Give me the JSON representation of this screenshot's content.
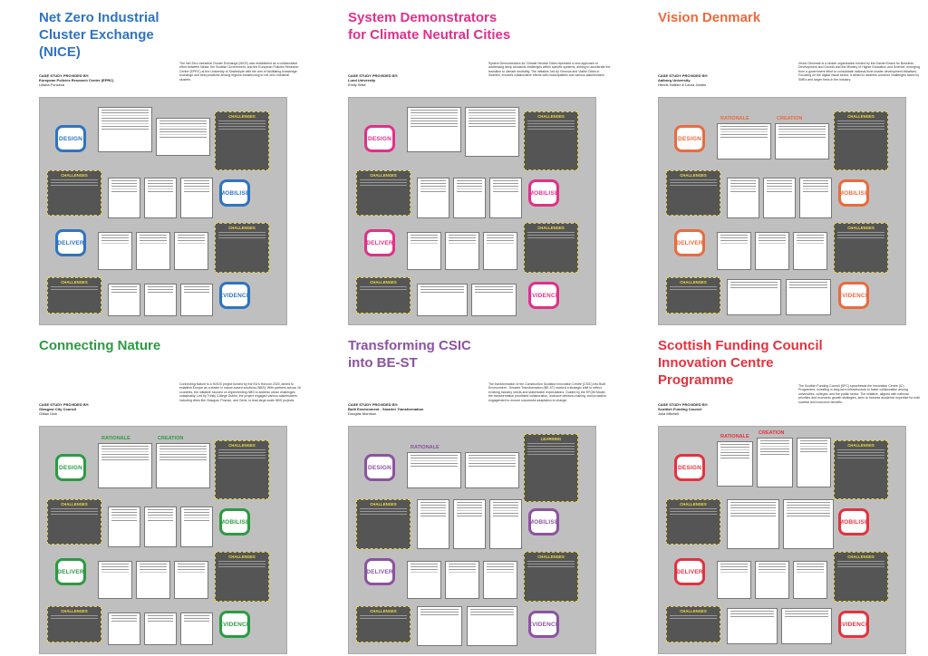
{
  "colors": {
    "blue": "#2f74c0",
    "magenta": "#e0308a",
    "orange": "#ec6a3d",
    "green": "#2d9a43",
    "purple": "#8d52a1",
    "red": "#e5323f"
  },
  "labels": {
    "design": "DESIGN",
    "mobilise": "MOBILISE",
    "deliver": "DELIVER",
    "evidence": "EVIDENCE",
    "challenges": "CHALLENGES",
    "rationale": "RATIONALE",
    "creation": "CREATION",
    "learning": "LEARNING",
    "case_study_by": "CASE STUDY PROVIDED BY:"
  },
  "panels": [
    {
      "id": "nice",
      "title": "Net Zero Industrial\nCluster Exchange\n(NICE)",
      "provider": "European Policies Research Centre (EPRC)",
      "person": "Liliana Fonseca",
      "intro": "The Net Zero Industrial Cluster Exchange (NICE) was established as a collaborative effort between Nesta, the Scottish Government, and the European Policies Research Centre (EPRC) at the University of Strathclyde with the aim of facilitating knowledge exchange and best practices among regions transitioning to net zero industrial clusters."
    },
    {
      "id": "demonstrators",
      "title": "System Demonstrators\nfor Climate Neutral Cities",
      "provider": "Lund University",
      "person": "Emily Wise",
      "intro": "System Demonstrators for Climate Neutral Cities represent a new approach to addressing deep structural challenges within specific systems, aiming to accelerate the transition to climate neutrality. The initiative, led by Vinnova and Viable Cities in Sweden, involves collaborative efforts with municipalities and various stakeholders."
    },
    {
      "id": "denmark",
      "title": "Vision Denmark",
      "provider": "Aalborg University",
      "person": "Henrik Halkier & Laura James",
      "intro": "Vision Denmark is a cluster organisation funded by the Danish Board for Business Development and Growth and the Ministry of Higher Education and Science, emerging from a government effort to consolidate national-level cluster development initiatives. Focusing on the digital visual sector, it aimed to address common challenges faced by SMEs and larger firms in the industry."
    },
    {
      "id": "nature",
      "title": "Connecting Nature",
      "provider": "Glasgow City Council",
      "person": "Gillian Dick",
      "intro": "Connecting Nature is a H2020 project funded by the EU's Horizon 2020, aimed to establish Europe as a leader in nature-based solutions (NBS). With partners across 16 countries, the initiative focused on implementing NBS to address urban challenges sustainably. Led by Trinity College Dublin, the project engaged various stakeholders, including cities like Glasgow, Poznan, and Genk, to lead large-scale NBS projects."
    },
    {
      "id": "csic",
      "title": "Transforming CSIC\ninto BE-ST",
      "provider": "Built Environment - Smarter Transformation",
      "person": "Douglas Morrison",
      "intro": "The transformation of the Construction Scotland Innovation Centre (CSIC) into Built Environment - Smarter Transformation (BE-ST) marked a strategic shift to reflect evolving industry needs and stakeholder expectations. Guided by the EFQM Model, the transformation prioritised collaboration, inclusive decision-making, and proactive engagement to ensure successful adaptation to change."
    },
    {
      "id": "sfc",
      "title": "Scottish Funding Council\nInnovation Centre\nProgramme",
      "provider": "Scottish Funding Council",
      "person": "Julia Mitchell",
      "intro": "The Scottish Funding Council (SFC) spearheads the Innovation Centre (IC) Programme, investing in long-term infrastructure to foster collaboration among universities, colleges, and the public sector. The initiative, aligned with national priorities and economic growth strategies, aims to harness academic expertise for both societal and economic benefits."
    }
  ]
}
